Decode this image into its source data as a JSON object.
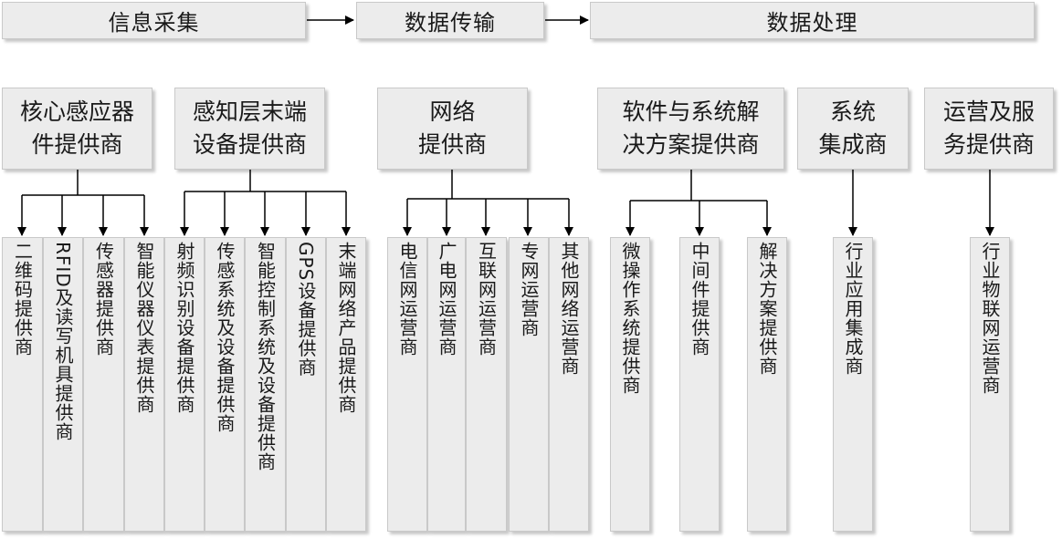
{
  "stages": [
    {
      "id": "collect",
      "label": "信息采集"
    },
    {
      "id": "transmit",
      "label": "数据传输"
    },
    {
      "id": "process",
      "label": "数据处理"
    }
  ],
  "groups": [
    {
      "id": "g1",
      "label": "核心感应器\n件提供商",
      "items": [
        "二维码提供商",
        "RFID及读写机具提供商",
        "传感器提供商",
        "智能仪器仪表提供商"
      ]
    },
    {
      "id": "g2",
      "label": "感知层末端\n设备提供商",
      "items": [
        "射频识别设备提供商",
        "传感系统及设备提供商",
        "智能控制系统及设备提供商",
        "GPS设备提供商",
        "末端网络产品提供商"
      ]
    },
    {
      "id": "g3",
      "label": "网络\n提供商",
      "items": [
        "电信网运营商",
        "广电网运营商",
        "互联网运营商",
        "专网运营商",
        "其他网络运营商"
      ]
    },
    {
      "id": "g4",
      "label": "软件与系统解\n决方案提供商",
      "items": [
        "微操作系统提供商",
        "中间件提供商",
        "解决方案提供商"
      ]
    },
    {
      "id": "g5",
      "label": "系统\n集成商",
      "items": [
        "行业应用集成商"
      ]
    },
    {
      "id": "g6",
      "label": "运营及服\n务提供商",
      "items": [
        "行业物联网运营商"
      ]
    }
  ]
}
